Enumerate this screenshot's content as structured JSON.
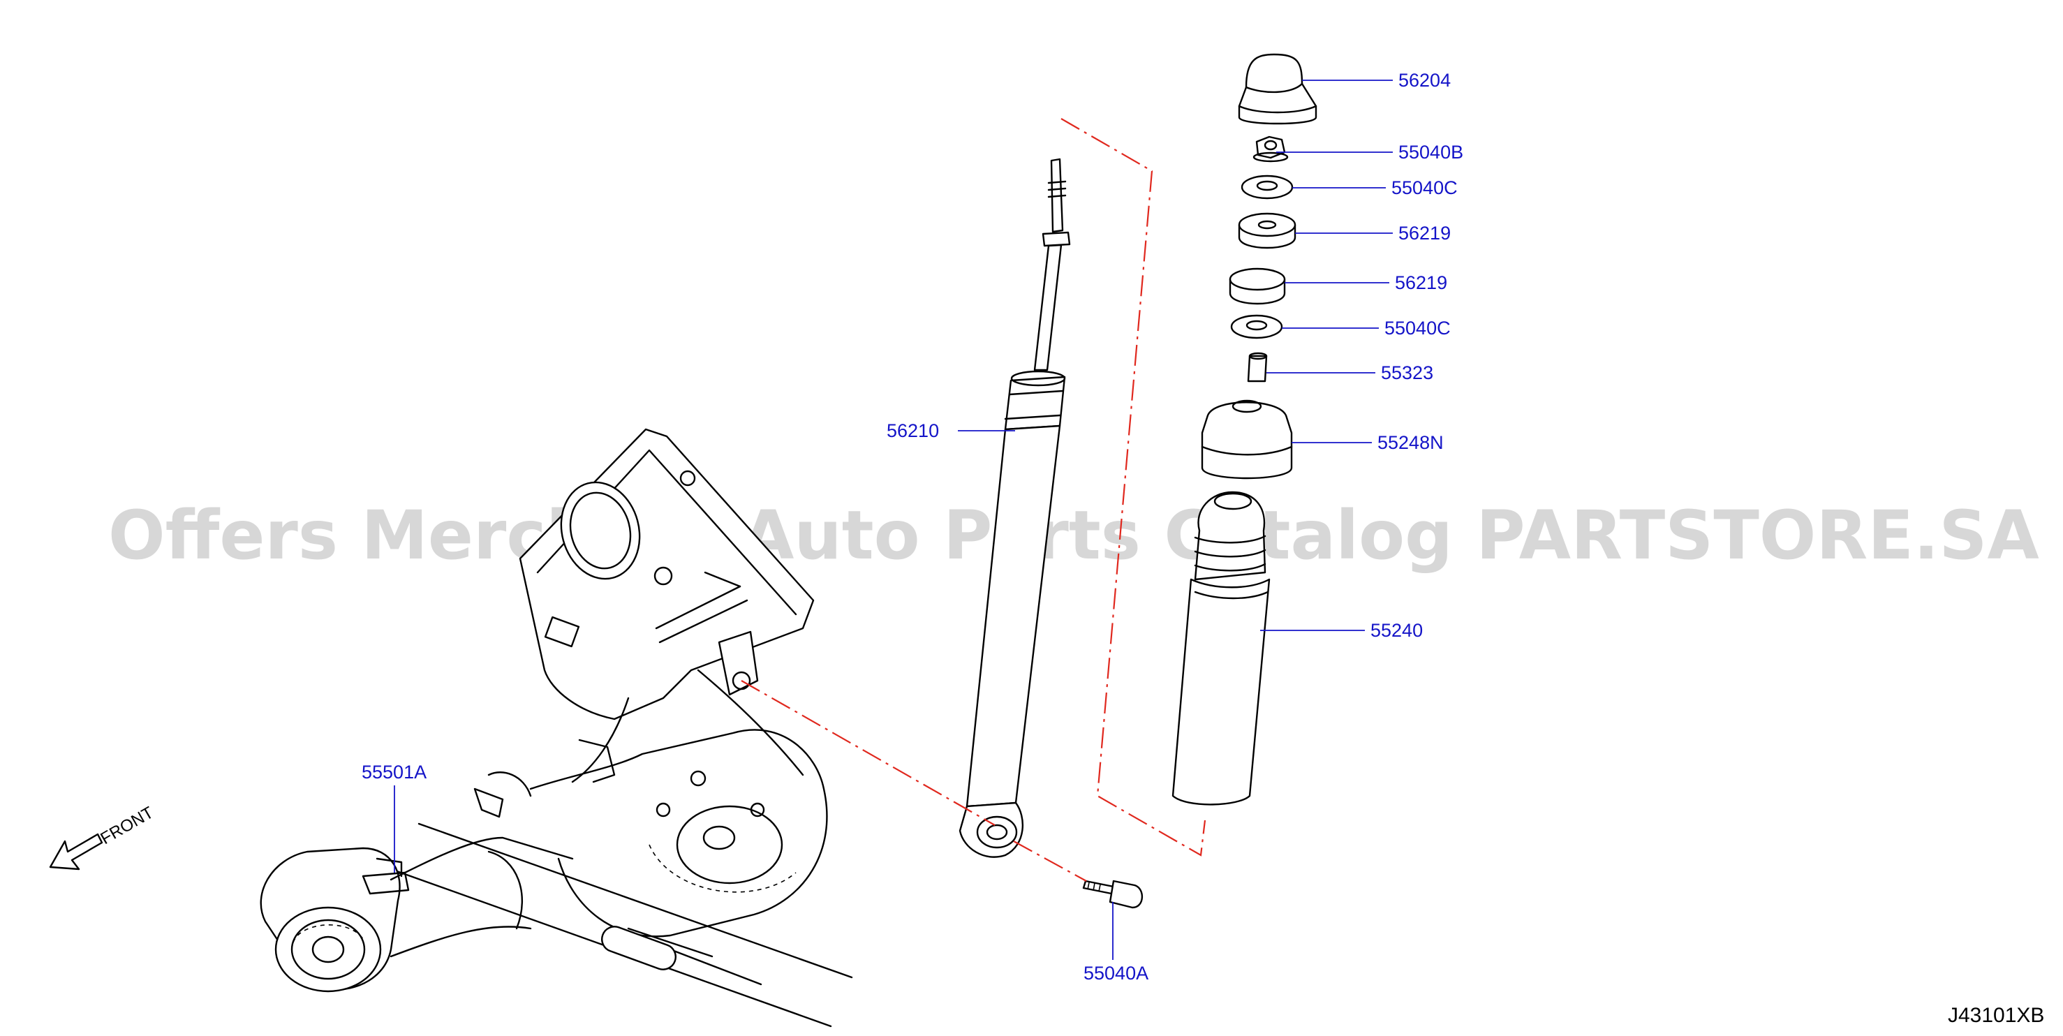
{
  "diagram": {
    "code": "J43101XB",
    "front_label": "FRONT",
    "watermark": "Offers Merchant Auto Parts Catalog PARTSTORE.SA",
    "colors": {
      "label": "#1414c8",
      "chain_line": "#e0281e",
      "watermark": "#bdbdbd",
      "lines": "#000000"
    },
    "parts": [
      {
        "number": "56204"
      },
      {
        "number": "55040B"
      },
      {
        "number": "55040C"
      },
      {
        "number": "56219"
      },
      {
        "number": "56219"
      },
      {
        "number": "55040C"
      },
      {
        "number": "55323"
      },
      {
        "number": "55248N"
      },
      {
        "number": "55240"
      },
      {
        "number": "56210"
      },
      {
        "number": "55501A"
      },
      {
        "number": "55040A"
      }
    ]
  }
}
